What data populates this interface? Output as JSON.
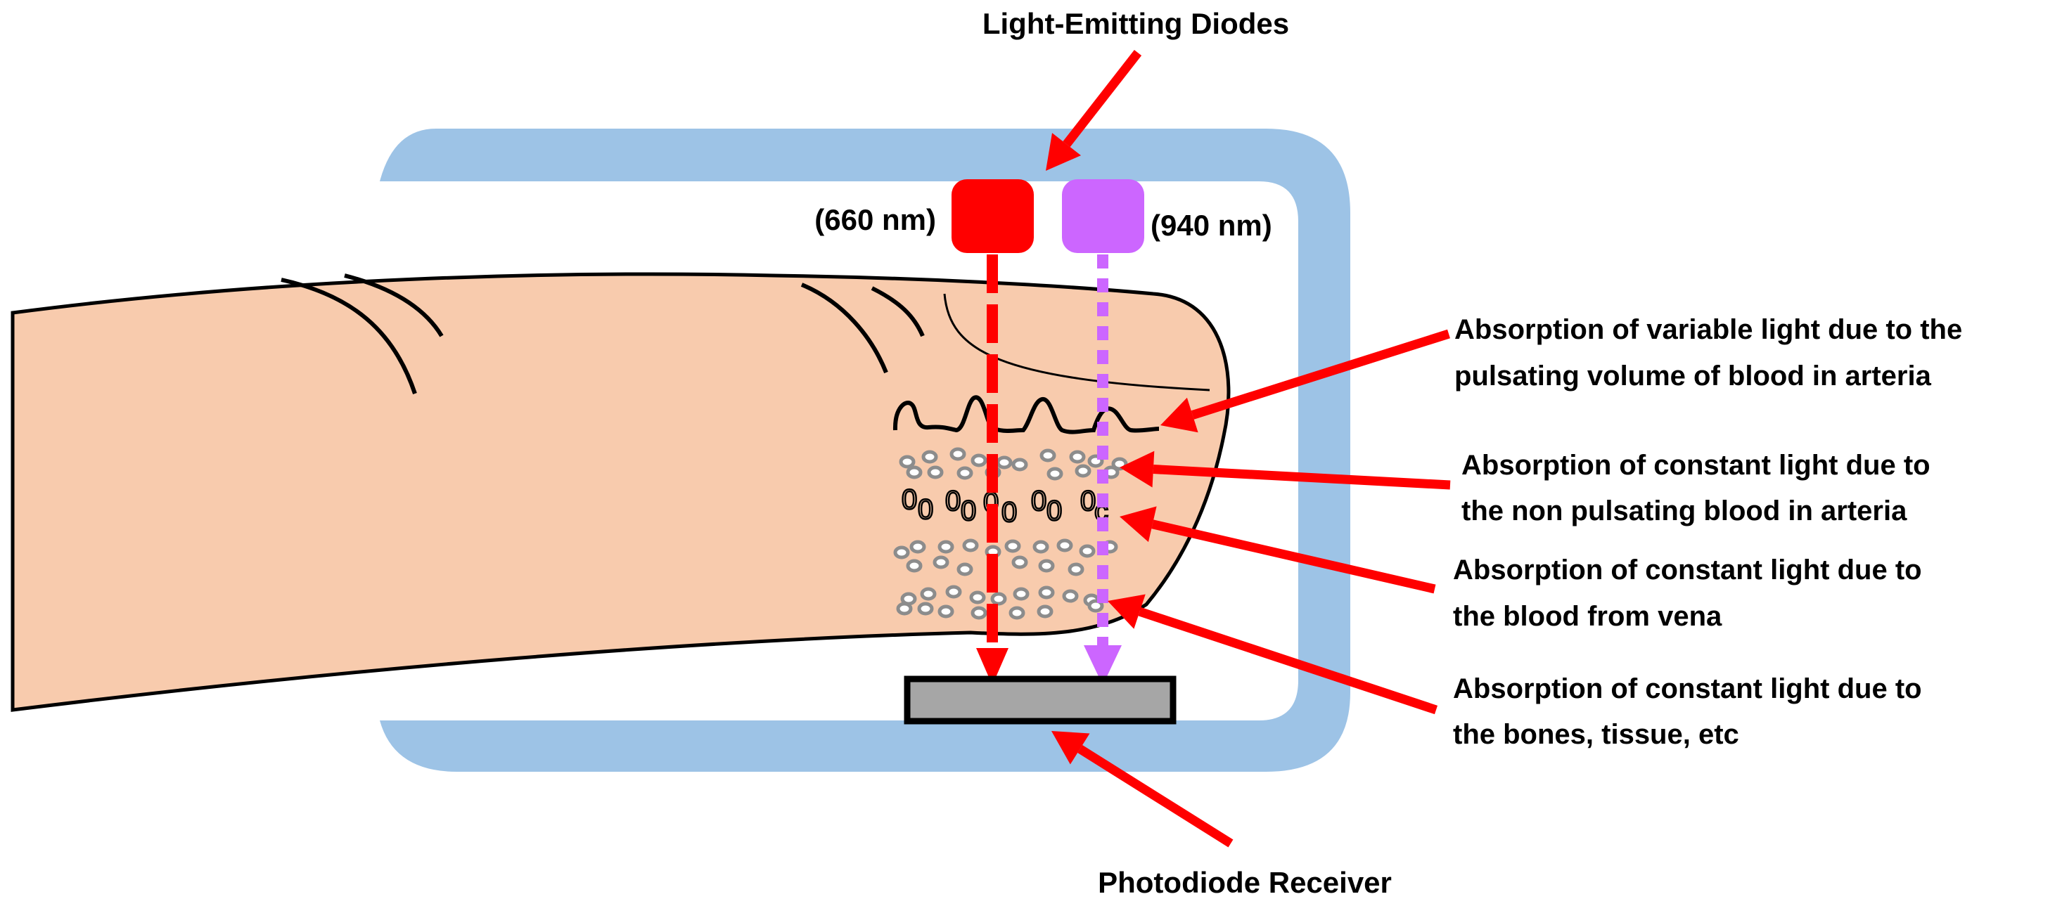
{
  "labels": {
    "leds": "Light-Emitting Diodes",
    "red_wavelength": "(660 nm)",
    "ir_wavelength": "(940 nm)",
    "receiver": "Photodiode Receiver"
  },
  "annotations": [
    {
      "line1": "Absorption of variable light due to the",
      "line2": "pulsating volume of blood in arteria"
    },
    {
      "line1": "Absorption of constant light due to",
      "line2": "the non pulsating blood in arteria"
    },
    {
      "line1": "Absorption of constant light due to",
      "line2": "the blood from vena"
    },
    {
      "line1": "Absorption of constant light due to",
      "line2": "the bones, tissue, etc"
    }
  ],
  "colors": {
    "clip": "#9dc3e6",
    "skin": "#f8cbad",
    "red_led": "#ff0000",
    "ir_led": "#cc66ff",
    "arrow": "#ff0000",
    "receiver": "#a6a6a6",
    "cell": "#8c8c8c"
  }
}
